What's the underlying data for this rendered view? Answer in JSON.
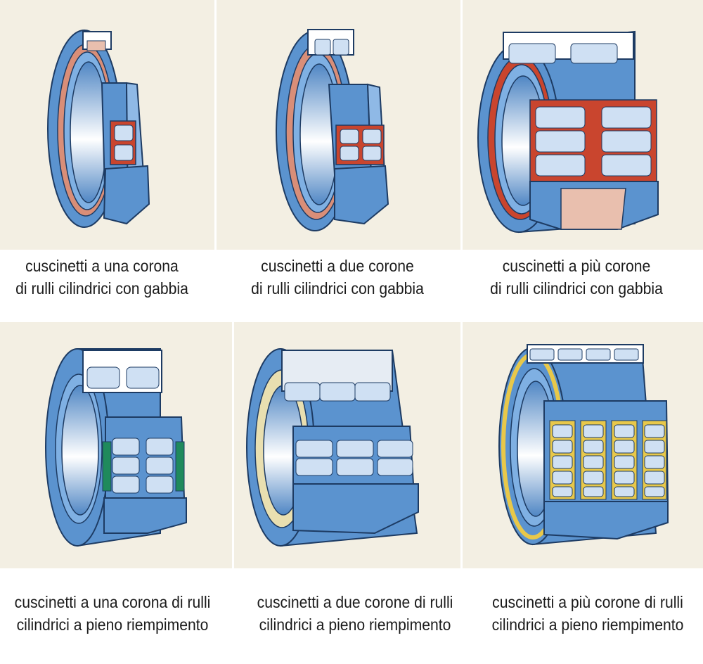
{
  "colors": {
    "background": "#f3efe3",
    "ring_blue": "#5b93cf",
    "ring_light": "#a9c8ea",
    "roller": "#cfe0f3",
    "cage_red": "#c9452e",
    "cage_pink": "#e9bfae",
    "seal_green": "#1f8a5c",
    "cage_yellow": "#e8c84a"
  },
  "captions": [
    {
      "line1": "cuscinetti a una corona",
      "line2": "di rulli cilindrici con gabbia",
      "icon": "single-row-caged-bearing"
    },
    {
      "line1": "cuscinetti a due corone",
      "line2": "di rulli cilindrici con gabbia",
      "icon": "double-row-caged-bearing"
    },
    {
      "line1": "cuscinetti a più corone",
      "line2": "di rulli cilindrici con gabbia",
      "icon": "multi-row-caged-bearing"
    },
    {
      "line1": "cuscinetti a una corona di rulli",
      "line2": "cilindrici a pieno riempimento",
      "icon": "single-row-full-complement-bearing"
    },
    {
      "line1": "cuscinetti a due corone di rulli",
      "line2": "cilindrici a pieno riempimento",
      "icon": "double-row-full-complement-bearing"
    },
    {
      "line1": "cuscinetti a più corone di rulli",
      "line2": "cilindrici a pieno riempimento",
      "icon": "multi-row-full-complement-bearing"
    }
  ]
}
